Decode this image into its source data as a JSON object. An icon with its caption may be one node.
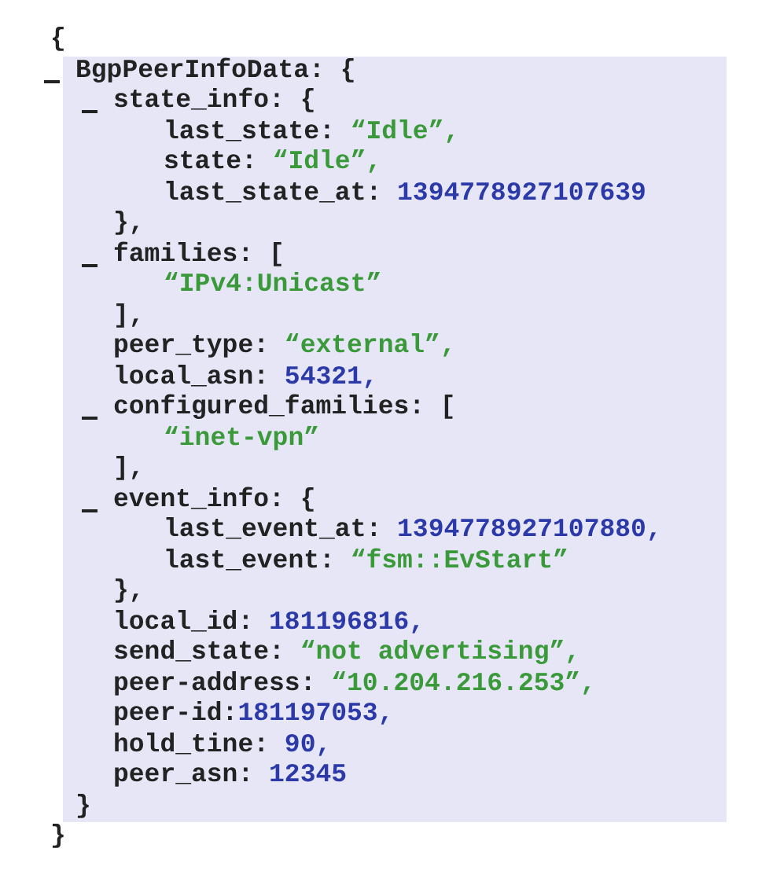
{
  "diagram": {
    "nodes": [
      {
        "text": [
          "BgpPeerInfoData: {",
          "state_info: {",
          "last_state:",
          "“Idle”,",
          "state:",
          "“Idle”,",
          "last_state_at:",
          "1394778927107639",
          "},",
          "families: [",
          "“IPv4:Unicast”",
          "],",
          "peer_type:",
          "“external”,",
          "local_asn:",
          "54321,",
          "configured_families: [",
          "“inet-vpn”",
          "],",
          "event_info: {",
          "last_event_at:",
          "1394778927107880,",
          "last_event:",
          "“fsm::EvStart”",
          "},",
          "local_id:",
          "181196816,",
          "send_state:",
          "“not advertising”,",
          "peer-address:",
          "“10.204.216.253”,",
          "peer-id:",
          "181197053,",
          "hold_tine:",
          "90,",
          "peer_asn:",
          "12345",
          "}"
        ]
      }
    ],
    "labels": [
      "{",
      "}"
    ]
  }
}
